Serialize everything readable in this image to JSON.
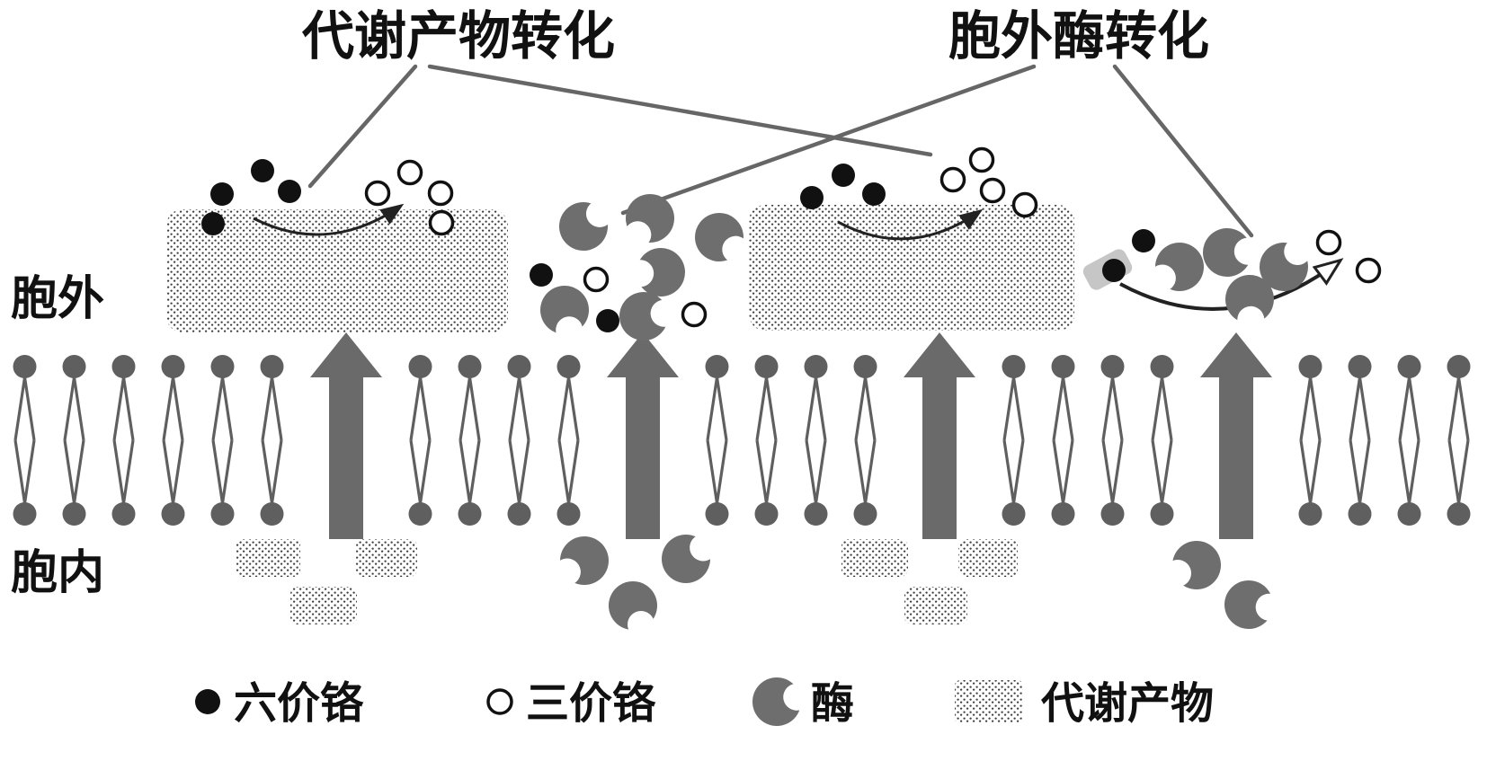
{
  "figure": {
    "title_metabolite": "代谢产物转化",
    "title_enzyme": "胞外酶转化",
    "extracellular_label": "胞外",
    "intracellular_label": "胞内"
  },
  "legend": {
    "items": [
      {
        "symbol": "hexavalent-chromium-filled-dot",
        "label": "六价铬"
      },
      {
        "symbol": "trivalent-chromium-open-circle",
        "label": "三价铬"
      },
      {
        "symbol": "enzyme-pacman-shape",
        "label": "酶"
      },
      {
        "symbol": "metabolite-stippled-patch",
        "label": "代谢产物"
      }
    ]
  },
  "colors": {
    "membrane_gray": "#5f5f5f",
    "arrow_gray": "#6a6a6a",
    "enzyme_gray": "#6e6e6e",
    "stipple_dot": "#3f3f3f",
    "leader_line": "#666666",
    "text": "#111111"
  }
}
